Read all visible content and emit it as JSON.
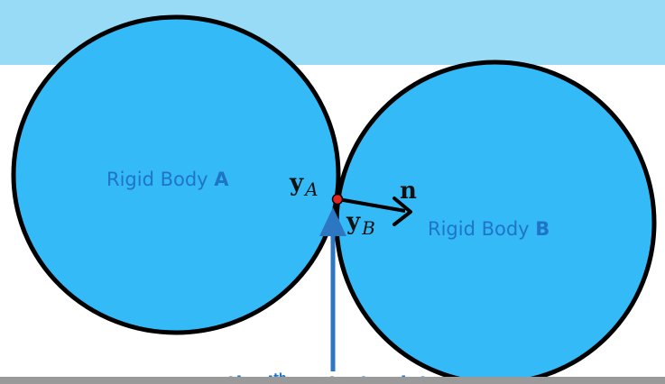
{
  "colors": {
    "top_band": "#98dbf6",
    "body_fill": "#35baf8",
    "outline": "#000000",
    "label": "#1f74c6",
    "contact_point": "#e52222",
    "arrow_blue": "#2c76c2"
  },
  "body_a": {
    "label_prefix": "Rigid Body ",
    "label_letter": "A"
  },
  "body_b": {
    "label_prefix": "Rigid Body ",
    "label_letter": "B"
  },
  "symbols": {
    "y_a_main": "y",
    "y_a_sub": "A",
    "y_b_main": "y",
    "y_b_sub": "B",
    "normal": "n"
  },
  "caption": {
    "prefix": "the i",
    "superscript": "th",
    "suffix": " contact point"
  }
}
